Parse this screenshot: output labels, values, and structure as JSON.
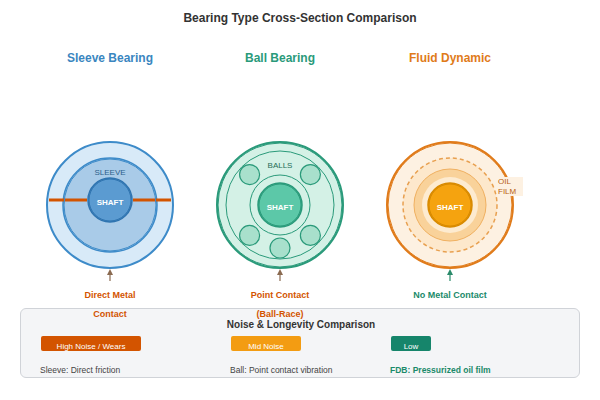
{
  "diagram": {
    "title": "Bearing Type Cross-Section Comparison",
    "nodes": [
      {
        "text": [
          "SLEEVE"
        ]
      },
      {
        "text": [
          "SHAFT"
        ],
        "in": 0
      },
      {
        "text": [
          "BALLS"
        ]
      },
      {
        "text": [
          "SHAFT"
        ],
        "in": 2
      },
      {
        "text": [
          "OIL FILM"
        ]
      },
      {
        "text": [
          "SHAFT"
        ],
        "in": 4
      },
      {
        "text": [
          "Noise & Longevity Comparison"
        ]
      },
      {
        "text": [
          "High Noise / Wears"
        ],
        "in": 6
      },
      {
        "text": [
          "Mid Noise"
        ],
        "in": 6
      },
      {
        "text": [
          "Low"
        ],
        "in": 6
      }
    ],
    "labels": [
      "Sleeve Bearing",
      "Ball Bearing",
      "Fluid Dynamic",
      "Direct Metal Contact",
      "Point Contact (Ball-Race)",
      "No Metal Contact",
      "Sleeve: Direct friction",
      "Ball: Point contact vibration",
      "FDB: Pressurized oil film"
    ]
  }
}
